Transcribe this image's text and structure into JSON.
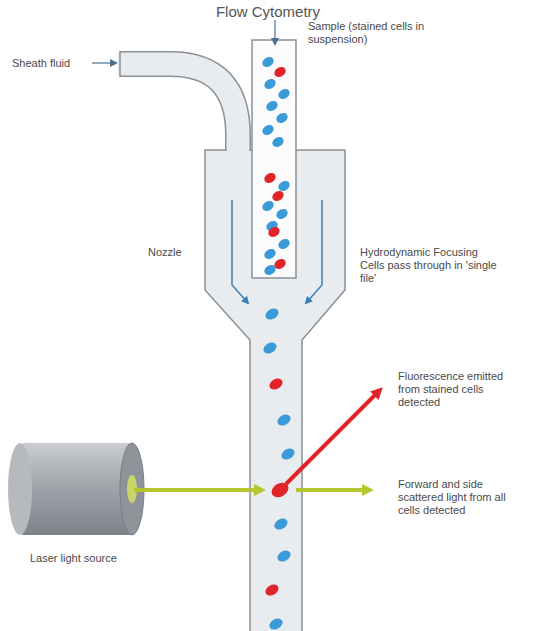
{
  "diagram": {
    "title": "Flow Cytometry",
    "labels": [
      "Sheath fluid",
      "Sample (stained cells in suspension)",
      "Nozzle",
      "Hydrodynamic Focusing Cells pass through in 'single file'",
      "Fluorescence emitted from stained cells detected",
      "Forward and side scattered light from all cells detected",
      "Laser light source"
    ]
  }
}
